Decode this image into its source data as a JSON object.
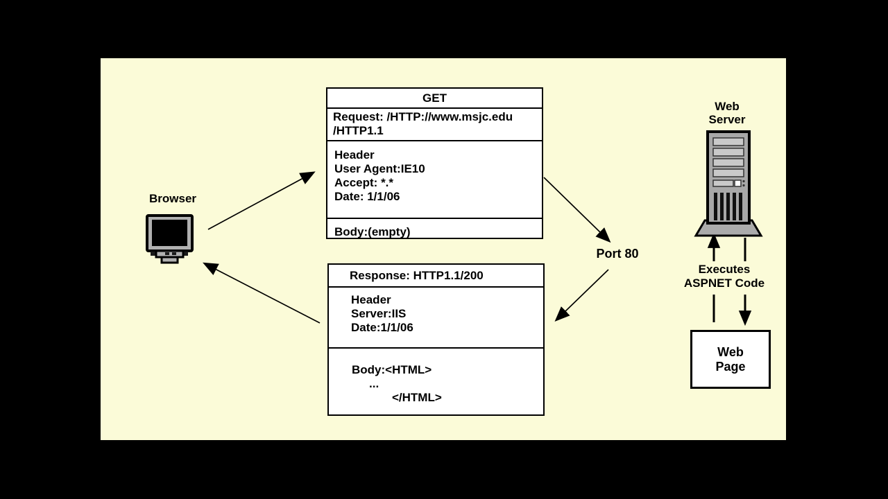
{
  "colors": {
    "background": "#000000",
    "panel": "#FBFBD8",
    "box_fill": "#FFFFFF",
    "line": "#000000",
    "monitor_gray": "#B0B0B0",
    "server_gray": "#A8A8A8"
  },
  "browser": {
    "label": "Browser"
  },
  "request_box": {
    "title": "GET",
    "request_line1": "Request: /HTTP://www.msjc.edu",
    "request_line2": "/HTTP1.1",
    "header_lines": [
      "Header",
      "User Agent:IE10",
      "Accept: *.*",
      "Date: 1/1/06"
    ],
    "body": "Body:(empty)"
  },
  "response_box": {
    "title": "Response: HTTP1.1/200",
    "header_lines": [
      "Header",
      "Server:IIS",
      "Date:1/1/06"
    ],
    "body_lines": [
      "Body:<HTML>",
      "...",
      "</HTML>"
    ]
  },
  "port": {
    "label": "Port 80"
  },
  "web_server": {
    "line1": "Web",
    "line2": "Server"
  },
  "executes": {
    "line1": "Executes",
    "line2": "ASPNET Code"
  },
  "web_page": {
    "line1": "Web",
    "line2": "Page"
  }
}
